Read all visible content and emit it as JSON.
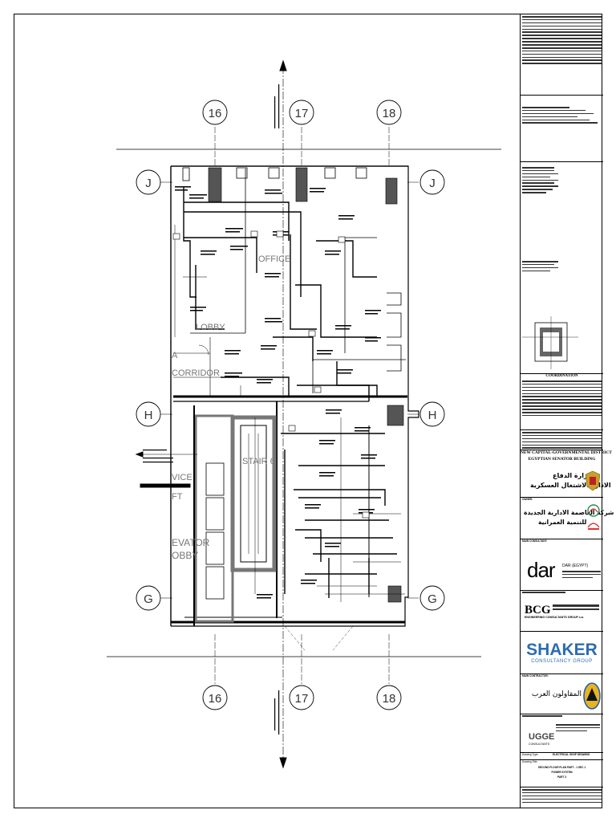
{
  "plan": {
    "grid_columns": [
      "16",
      "17",
      "18"
    ],
    "grid_rows": [
      "J",
      "H",
      "G"
    ],
    "room_labels": {
      "office": "OFFICE",
      "lobby": "LOBBY",
      "corridor": "CORRIDOR",
      "corridor_prefix": "A",
      "stair": "STAIR 6",
      "elevator": "EVATOR",
      "elevator_lobby": "OBBY",
      "vice": "VICE",
      "ft": "FT"
    }
  },
  "title_block": {
    "coordination": "COORDINATION",
    "project_line1": "NEW CAPITAL-GOVERNMENTAL DISTRICT",
    "project_line2": "EGYPTIAN SENATOR BUILDING",
    "ministry_line1": "وزارة الدفاع",
    "ministry_line2": "الادارة الاشتغال العسكرية",
    "owner_label": "OWNER:",
    "owner_ar_line1": "شركة العاصمة الادارية الجديدة",
    "owner_ar_line2": "للتنمية العمرانية",
    "main_consultant_label": "MAIN CONSULTANT:",
    "dar_logo": "dar",
    "dar_name": "DAR (EGYPT)",
    "bcg_logo": "BCG",
    "bcg_subtitle": "ENGINEERING CONSULTANTS GROUP s.a.",
    "shaker_logo": "SHAKER",
    "shaker_subtitle": "CONSULTANCY GROUP",
    "main_contractor_label": "MAIN CONTRACTOR:",
    "contractor_ar": "المقاولون العرب",
    "ugge_logo": "UGGE",
    "ugge_subtitle": "CONSULTANTS",
    "drawing_type_label": "Drawing Type:",
    "drawing_type_value": "ELECTRICAL SHOP DRAWING",
    "drawing_title_label": "Drawing Title:",
    "drawing_title_line1": "SECOND FLOOR PLAN PART - 1 SEC 1",
    "drawing_title_line2": "POWER SYSTEM",
    "drawing_title_line3": "PART 3"
  }
}
